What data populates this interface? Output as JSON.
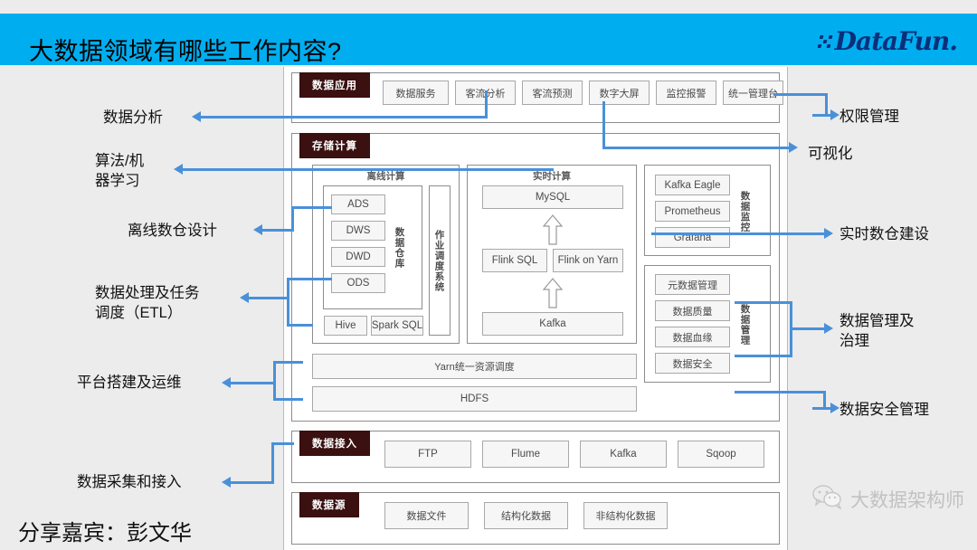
{
  "slide": {
    "title": "大数据领域有哪些工作内容?",
    "presenter": "分享嘉宾：彭文华",
    "banner_color": "#00aeef",
    "logo": {
      "text": "DataFun.",
      "color": "#0b2f7a",
      "dots_icon": "halftone-dots-icon"
    },
    "watermark": {
      "icon": "wechat-icon",
      "text": "大数据架构师"
    }
  },
  "diagram": {
    "layers": [
      {
        "tag": "数据应用",
        "chips": [
          "数据服务",
          "客流分析",
          "客流预测",
          "数字大屏",
          "监控报警",
          "统一管理台"
        ]
      },
      {
        "tag": "存储计算",
        "offline": {
          "title": "离线计算",
          "warehouse_label": "数据仓库",
          "warehouse_chips": [
            "ADS",
            "DWS",
            "DWD",
            "ODS"
          ],
          "scheduler_label": "作业调度系统",
          "engines": [
            "Hive",
            "Spark SQL"
          ]
        },
        "realtime": {
          "title": "实时计算",
          "top": "MySQL",
          "middle": [
            "Flink SQL",
            "Flink on Yarn"
          ],
          "bottom": "Kafka"
        },
        "monitor": {
          "label": "数据监控",
          "chips": [
            "Kafka Eagle",
            "Prometheus",
            "Grafana"
          ]
        },
        "governance": {
          "label": "数据管理",
          "chips": [
            "元数据管理",
            "数据质量",
            "数据血缘",
            "数据安全"
          ]
        },
        "resource": [
          "Yarn统一资源调度",
          "HDFS"
        ]
      },
      {
        "tag": "数据接入",
        "chips": [
          "FTP",
          "Flume",
          "Kafka",
          "Sqoop"
        ]
      },
      {
        "tag": "数据源",
        "chips": [
          "数据文件",
          "结构化数据",
          "非结构化数据"
        ]
      }
    ]
  },
  "annotations": {
    "left": [
      {
        "text": "数据分析"
      },
      {
        "text": "算法/机\n器学习"
      },
      {
        "text": "离线数仓设计"
      },
      {
        "text": "数据处理及任务\n调度（ETL）"
      },
      {
        "text": "平台搭建及运维"
      },
      {
        "text": "数据采集和接入"
      }
    ],
    "right": [
      {
        "text": "权限管理"
      },
      {
        "text": "可视化"
      },
      {
        "text": "实时数仓建设"
      },
      {
        "text": "数据管理及\n治理"
      },
      {
        "text": "数据安全管理"
      }
    ],
    "connector_color": "#4a90d9"
  }
}
